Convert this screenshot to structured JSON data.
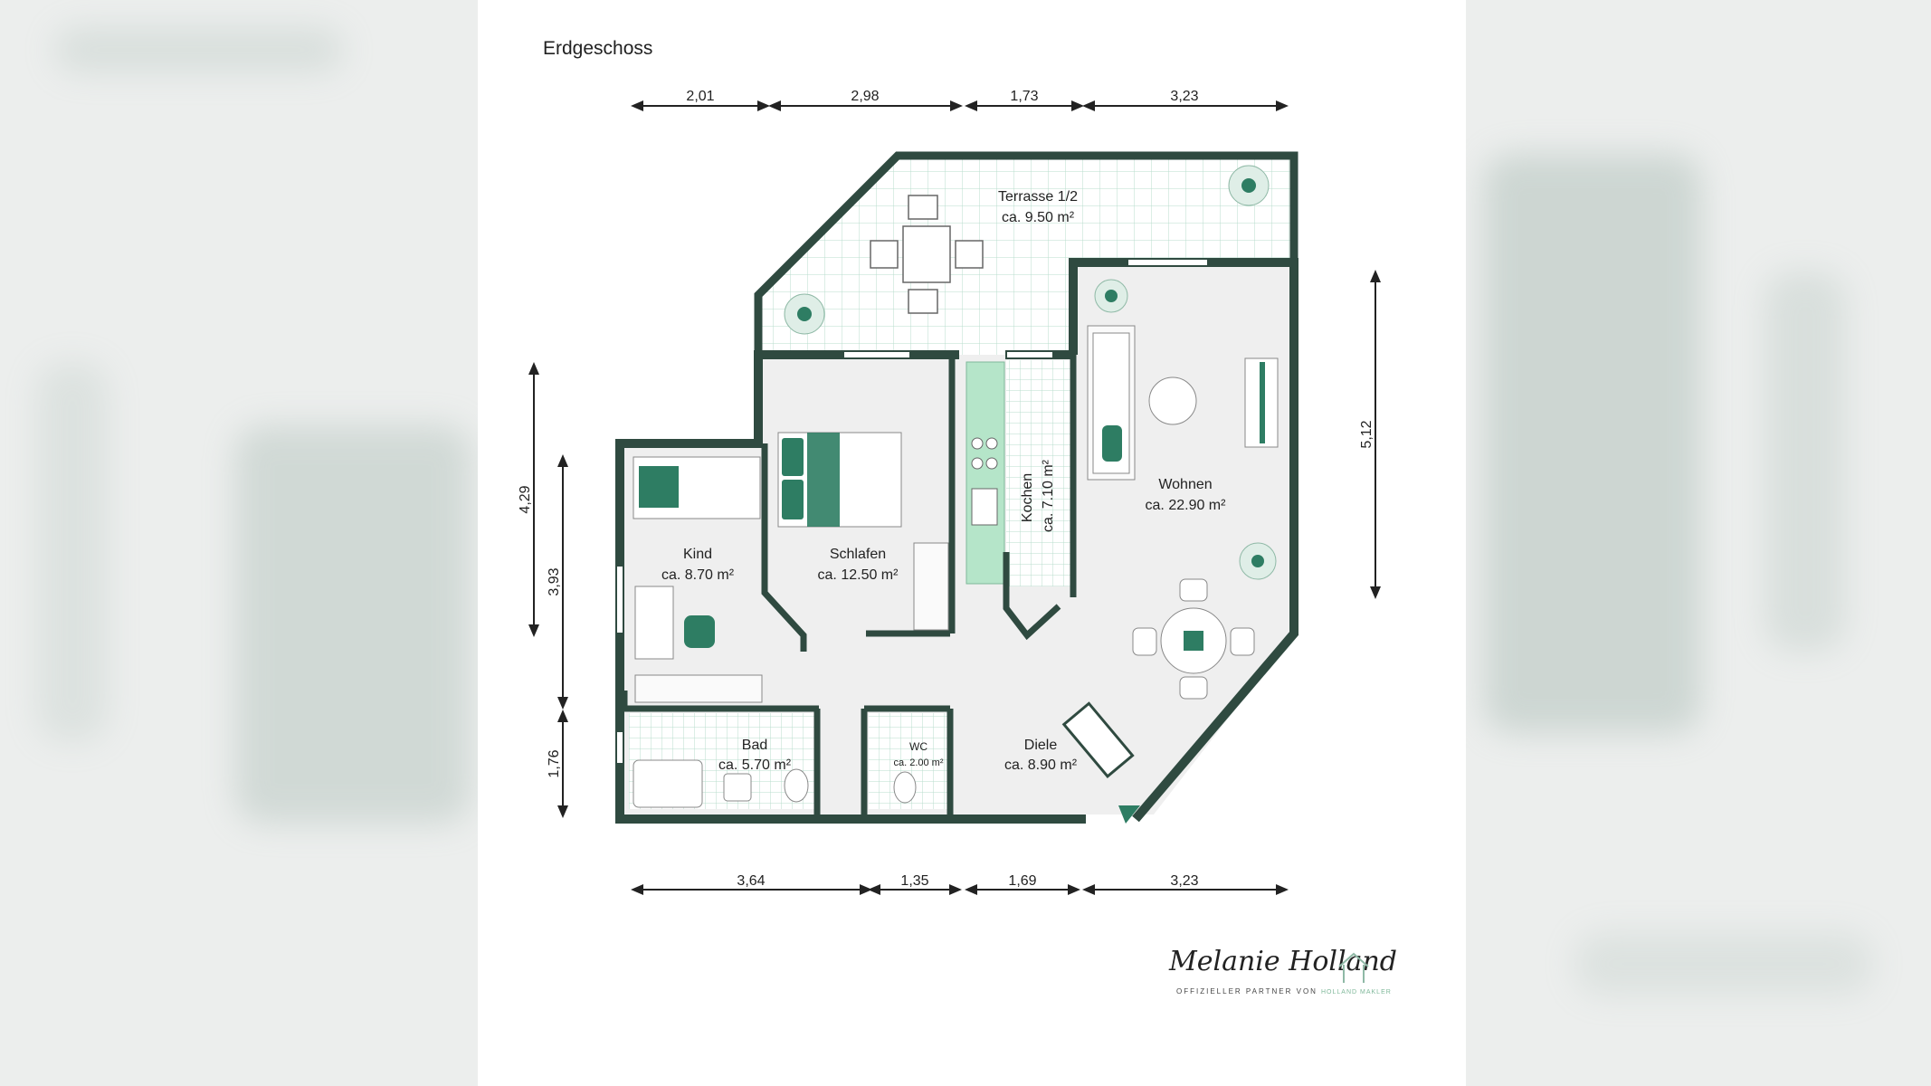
{
  "title": "Erdgeschoss",
  "colors": {
    "wall": "#2f4a40",
    "accent": "#2e7d63",
    "tile": "#d6e8e0",
    "floor": "#eeeeee"
  },
  "dimensions": {
    "top": [
      "2,01",
      "2,98",
      "1,73",
      "3,23"
    ],
    "bottom": [
      "3,64",
      "1,35",
      "1,69",
      "3,23"
    ],
    "left_outer": "4,29",
    "left_inner_upper": "3,93",
    "left_inner_lower": "1,76",
    "right": "5,12"
  },
  "rooms": {
    "terrasse": {
      "name": "Terrasse 1/2",
      "area": "ca. 9.50 m²"
    },
    "wohnen": {
      "name": "Wohnen",
      "area": "ca. 22.90 m²"
    },
    "kochen": {
      "name": "Kochen",
      "area": "ca. 7.10 m²"
    },
    "schlafen": {
      "name": "Schlafen",
      "area": "ca. 12.50 m²"
    },
    "kind": {
      "name": "Kind",
      "area": "ca. 8.70 m²"
    },
    "bad": {
      "name": "Bad",
      "area": "ca. 5.70 m²"
    },
    "wc": {
      "name": "WC",
      "area": "ca. 2.00 m²"
    },
    "diele": {
      "name": "Diele",
      "area": "ca. 8.90 m²"
    }
  },
  "logo": {
    "signature": "Melanie Holland",
    "tagline": "OFFIZIELLER PARTNER VON",
    "partner": "HOLLAND MAKLER"
  }
}
